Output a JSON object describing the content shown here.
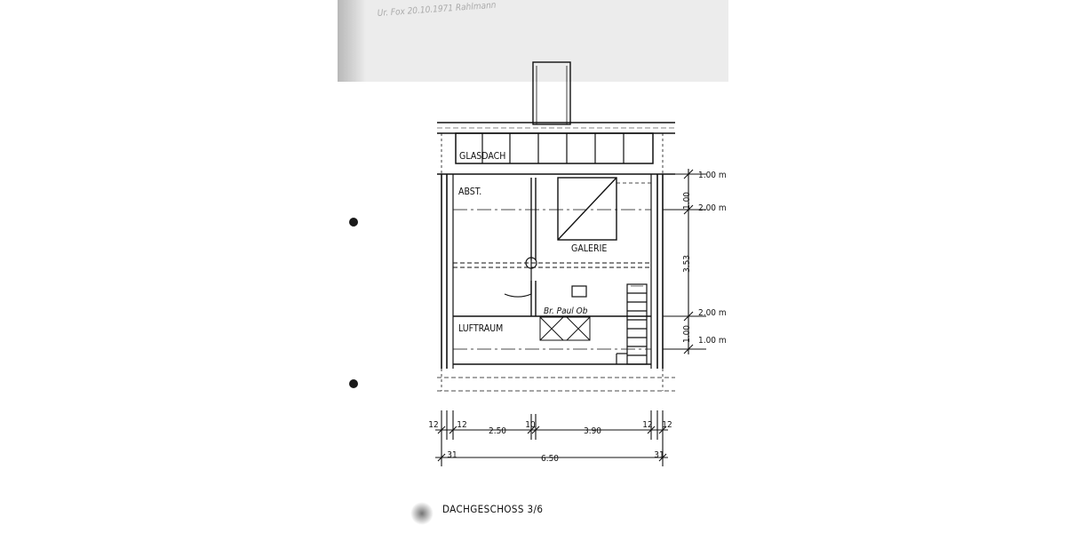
{
  "drawing": {
    "title": "DACHGESCHOSS 3/6",
    "handwritten_note": "Ur. Fox 20.10.1971 Rahlmann"
  },
  "rooms": {
    "glasdach": "GLASDACH",
    "abst": "ABST.",
    "galerie": "GALERIE",
    "luftraum": "LUFTRAUM"
  },
  "signature": "Br. Paul Ob",
  "right_dimensions": {
    "height_1": "1.00 m",
    "height_2": "2.00 m",
    "height_3": "2.00 m",
    "height_4": "1.00 m",
    "segment_top": "1.00",
    "segment_middle": "3.53",
    "segment_bottom": "1.00"
  },
  "bottom_dimensions": {
    "wall_left_a": "12",
    "wall_left_b": "12",
    "span_left": "2.50",
    "wall_mid": "10",
    "span_right": "3.90",
    "wall_right_a": "12",
    "wall_right_b": "12",
    "total_left": "31",
    "total": "6.50",
    "total_right": "31"
  }
}
